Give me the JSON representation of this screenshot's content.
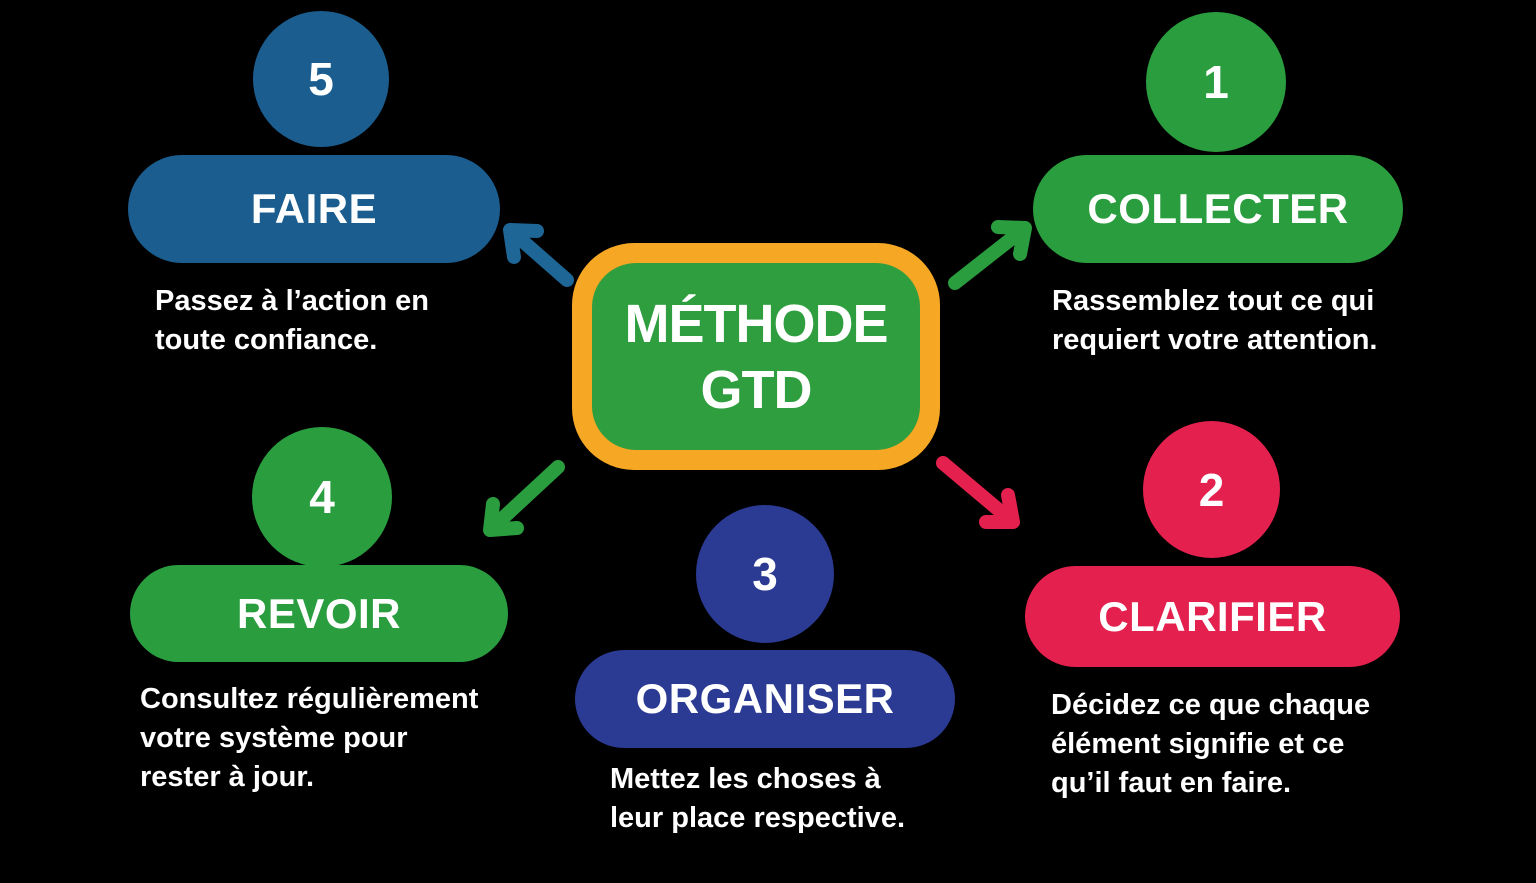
{
  "background_color": "#000000",
  "center_badge": {
    "line1": "MÉTHODE",
    "line2": "GTD",
    "fill_color": "#2F9E3F",
    "border_color": "#F6A724",
    "text_color": "#FFFFFF"
  },
  "steps": [
    {
      "number": "1",
      "label": "COLLECTER",
      "description": "Rassemblez tout ce qui\nrequiert votre attention.",
      "color": "#2A9D3F"
    },
    {
      "number": "2",
      "label": "CLARIFIER",
      "description": "Décidez ce que chaque\nélément signifie et ce\nqu’il faut en faire.",
      "color": "#E4204E"
    },
    {
      "number": "3",
      "label": "ORGANISER",
      "description": "Mettez les choses à\nleur place respective.",
      "color": "#2B3A92"
    },
    {
      "number": "4",
      "label": "REVOIR",
      "description": "Consultez régulièrement\nvotre système pour\nrester à jour.",
      "color": "#2A9D3F"
    },
    {
      "number": "5",
      "label": "FAIRE",
      "description": "Passez à l’action en\ntoute confiance.",
      "color": "#1B5D8E"
    }
  ],
  "arrows": [
    {
      "to": "collecter",
      "color": "#2A9D3F"
    },
    {
      "to": "clarifier",
      "color": "#E4204E"
    },
    {
      "to": "revoir",
      "color": "#2A9D3F"
    },
    {
      "to": "faire",
      "color": "#1E6695"
    }
  ]
}
